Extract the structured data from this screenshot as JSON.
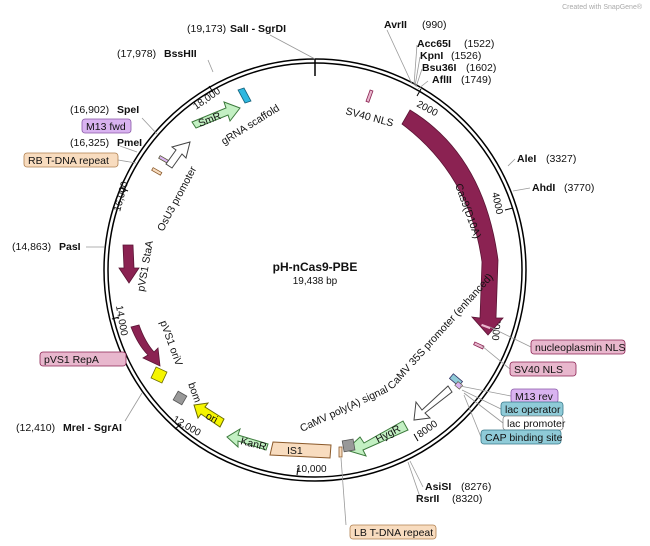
{
  "watermark": "Created with SnapGene®",
  "plasmid": {
    "name": "pH-nCas9-PBE",
    "size_label": "19,438 bp"
  },
  "sites": {
    "salI": {
      "pos": "(19,173)",
      "name": "SalI - SgrDI"
    },
    "bsshii": {
      "pos": "(17,978)",
      "name": "BssHII"
    },
    "spei": {
      "pos": "(16,902)",
      "name": "SpeI"
    },
    "pmei": {
      "pos": "(16,325)",
      "name": "PmeI"
    },
    "pasi": {
      "pos": "(14,863)",
      "name": "PasI"
    },
    "mrei": {
      "pos": "(12,410)",
      "name": "MreI - SgrAI"
    },
    "avrii": {
      "name": "AvrII",
      "pos": "(990)"
    },
    "acc65i": {
      "name": "Acc65I",
      "pos": "(1522)"
    },
    "kpni": {
      "name": "KpnI",
      "pos": "(1526)"
    },
    "bsu36i": {
      "name": "Bsu36I",
      "pos": "(1602)"
    },
    "aflii": {
      "name": "AflII",
      "pos": "(1749)"
    },
    "alei": {
      "name": "AleI",
      "pos": "(3327)"
    },
    "ahdi": {
      "name": "AhdI",
      "pos": "(3770)"
    },
    "asisi": {
      "name": "AsiSI",
      "pos": "(8276)"
    },
    "rsrii": {
      "name": "RsrII",
      "pos": "(8320)"
    }
  },
  "features": {
    "m13fwd": "M13 fwd",
    "rb_tdna": "RB T-DNA repeat",
    "pvs1_repa": "pVS1 RepA",
    "nucleoplasmin": "nucleoplasmin NLS",
    "sv40_nls_box": "SV40 NLS",
    "m13rev": "M13 rev",
    "lac_operator": "lac operator",
    "lac_promoter": "lac promoter",
    "cap_site": "CAP binding site",
    "lb_tdna": "LB T-DNA repeat",
    "smr": "SmR",
    "grna": "gRNA scaffold",
    "osu3": "OsU3 promoter",
    "sv40_nls_ring": "SV40 NLS",
    "cas9": "Cas9(D10A)",
    "camv35s": "CaMV 35S promoter (enhanced)",
    "hygr": "HygR",
    "camv_polya": "CaMV poly(A) signal",
    "is1": "IS1",
    "kanr": "KanR",
    "ori": "ori",
    "bom": "bom",
    "pvs1_oriv": "pVS1 oriV",
    "pvs1_staa": "pVS1 StaA"
  },
  "ticks": {
    "t2000": "2000",
    "t4000": "4000",
    "t6000": "6000",
    "t8000": "8000",
    "t10000": "10,000",
    "t12000": "12,000",
    "t14000": "14,000",
    "t16000": "16,000",
    "t18000": "18,000"
  },
  "colors": {
    "cas9": "#8b2252",
    "feature_green": "#c3f0c3",
    "m13": "#d9b3f0",
    "tdna": "#f8dcbf",
    "pink_nls": "#e8b7cd",
    "blue_lac": "#8fcbd8",
    "ori_yellow": "#f5f500"
  }
}
